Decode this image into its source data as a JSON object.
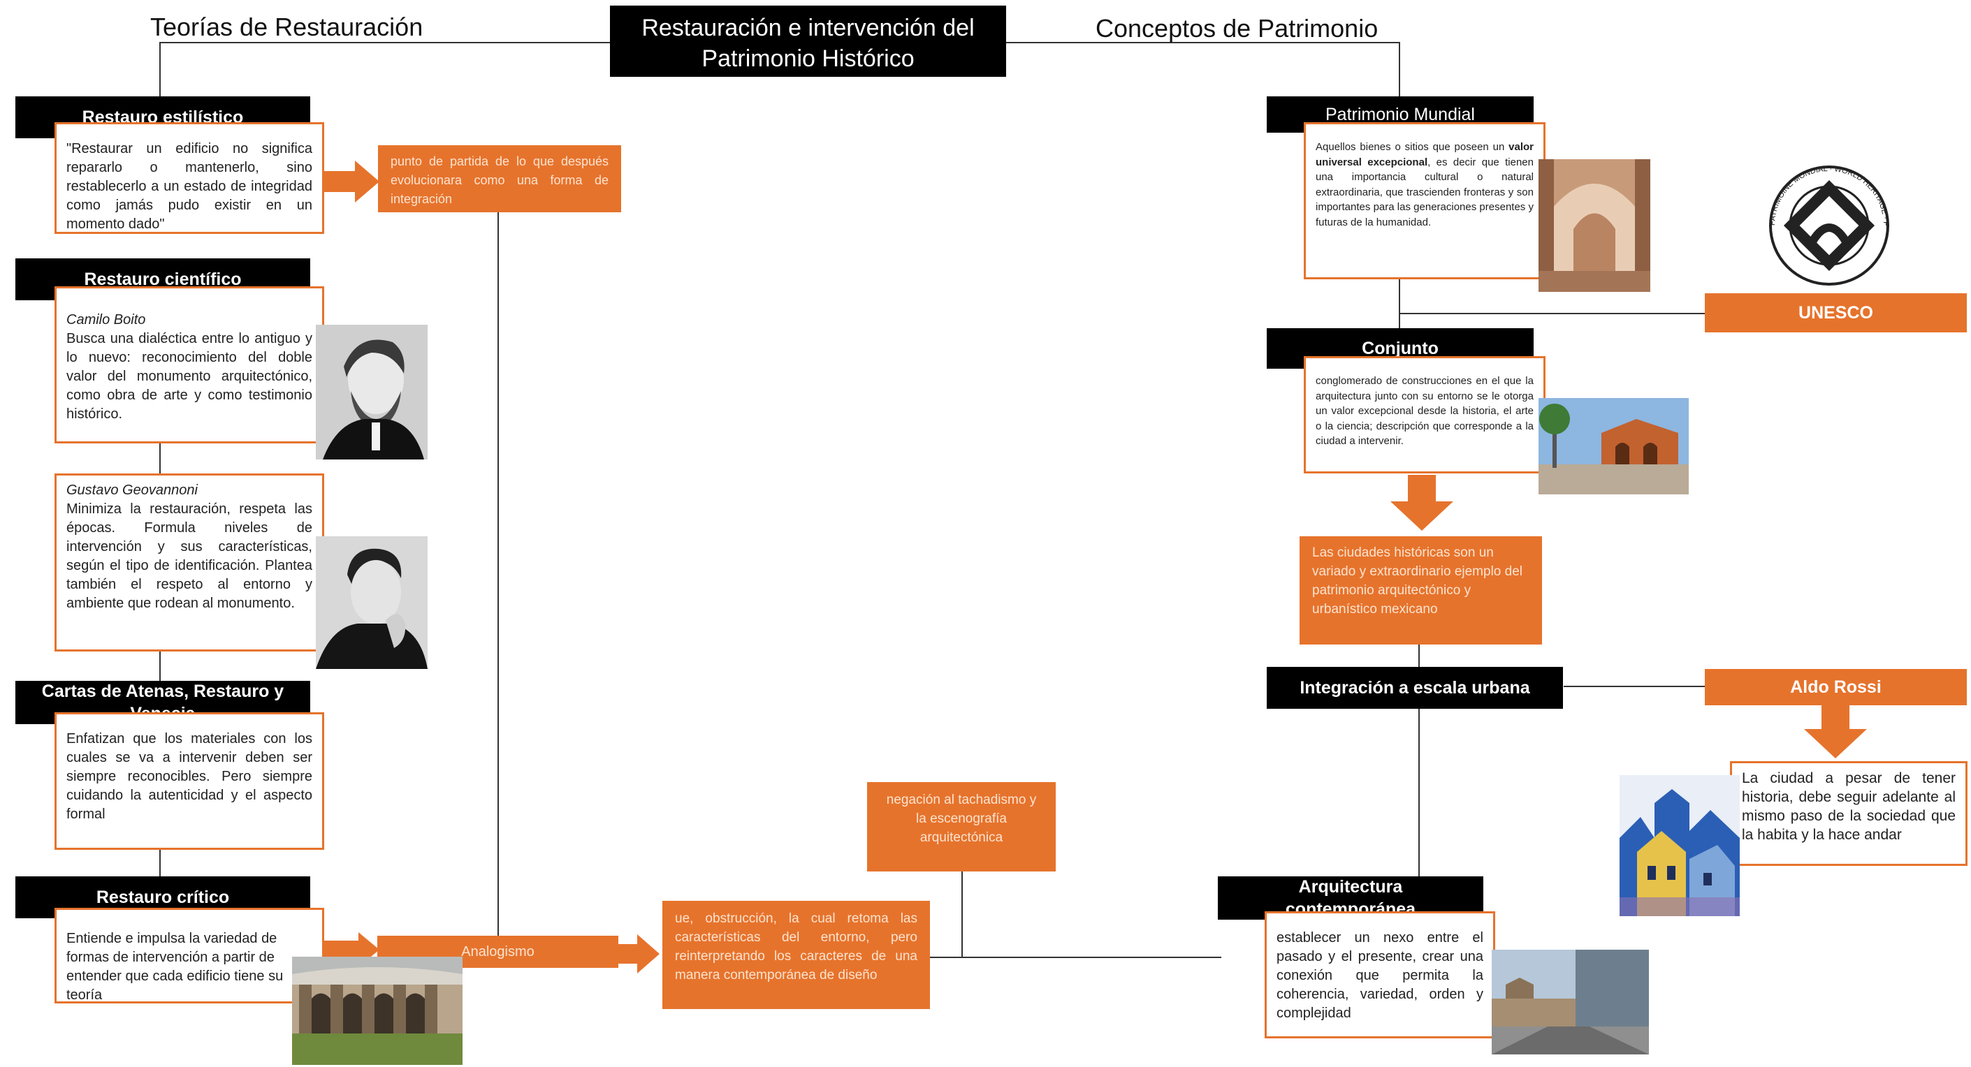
{
  "title": "Restauración e intervención del Patrimonio Histórico",
  "left_heading": "Teorías de Restauración",
  "right_heading": "Conceptos de Patrimonio",
  "theories": {
    "estilistico": {
      "label": "Restauro estilístico",
      "text": "\"Restaurar un edificio no significa repararlo o mantenerlo, sino restablecerlo a un estado de integridad como jamás pudo existir en un momento dado\"",
      "note": "punto de partida de lo que después evolucionara como una forma de integración"
    },
    "cientifico": {
      "label": "Restauro científico",
      "boito_name": "Camilo Boito",
      "boito_text": "Busca una dialéctica entre lo antiguo y lo nuevo: reconocimiento del doble valor del monumento arquitectónico, como obra de arte y como testimonio histórico.",
      "giovannoni_name": "Gustavo Geovannoni",
      "giovannoni_text": "Minimiza la restauración, respeta las épocas. Formula niveles de intervención y sus características, según el tipo de identificación. Plantea también el respeto al entorno y ambiente que rodean al monumento."
    },
    "cartas": {
      "label": "Cartas de Atenas, Restauro y Venecia",
      "text": "Enfatizan que los materiales con los cuales se va a intervenir deben ser siempre reconocibles. Pero siempre cuidando la autenticidad y el aspecto formal"
    },
    "critico": {
      "label": "Restauro crítico",
      "text": "Entiende e impulsa la variedad de formas de intervención a partir de entender que cada edificio tiene su teoría",
      "analogismo": "Analogismo",
      "analogismo_text": "ue, obstrucción, la cual retoma las características del entorno, pero reinterpretando los caracteres de una manera contemporánea de diseño",
      "negacion": "negación al tachadismo y la escenografía arquitectónica"
    }
  },
  "concepts": {
    "mundial": {
      "label": "Patrimonio Mundial",
      "text_pre": "Aquellos bienes o sitios que poseen un ",
      "text_bold": "valor universal excepcional",
      "text_post": ", es decir que tienen una importancia cultural o natural extraordinaria, que trascienden fronteras y son importantes para las generaciones presentes y futuras de la humanidad."
    },
    "unesco": {
      "label": "UNESCO",
      "emblem_text": "PATRIMOINE MONDIAL · WORLD HERITAGE · PATRIMONIO MUNDIAL"
    },
    "conjunto": {
      "label": "Conjunto",
      "text": "conglomerado de construcciones en el que la arquitectura junto con su entorno se le otorga un valor excepcional desde la historia, el arte o la ciencia; descripción que corresponde a la ciudad a intervenir.",
      "note": "Las ciudades históricas son un variado y extraordinario ejemplo del patrimonio arquitectónico y urbanístico mexicano"
    },
    "integracion": {
      "label": "Integración a escala urbana"
    },
    "rossi": {
      "label": "Aldo Rossi",
      "text": "La ciudad a pesar de tener historia, debe seguir adelante al mismo paso de la sociedad que la habita y la hace andar"
    },
    "contemporanea": {
      "label": "Arquitectura contemporánea",
      "text": "establecer un nexo entre el pasado y el presente, crear una conexión que permita la coherencia, variedad, orden y complejidad"
    }
  },
  "colors": {
    "accent": "#e6732c",
    "label_bg": "#000000",
    "line": "#333333"
  }
}
